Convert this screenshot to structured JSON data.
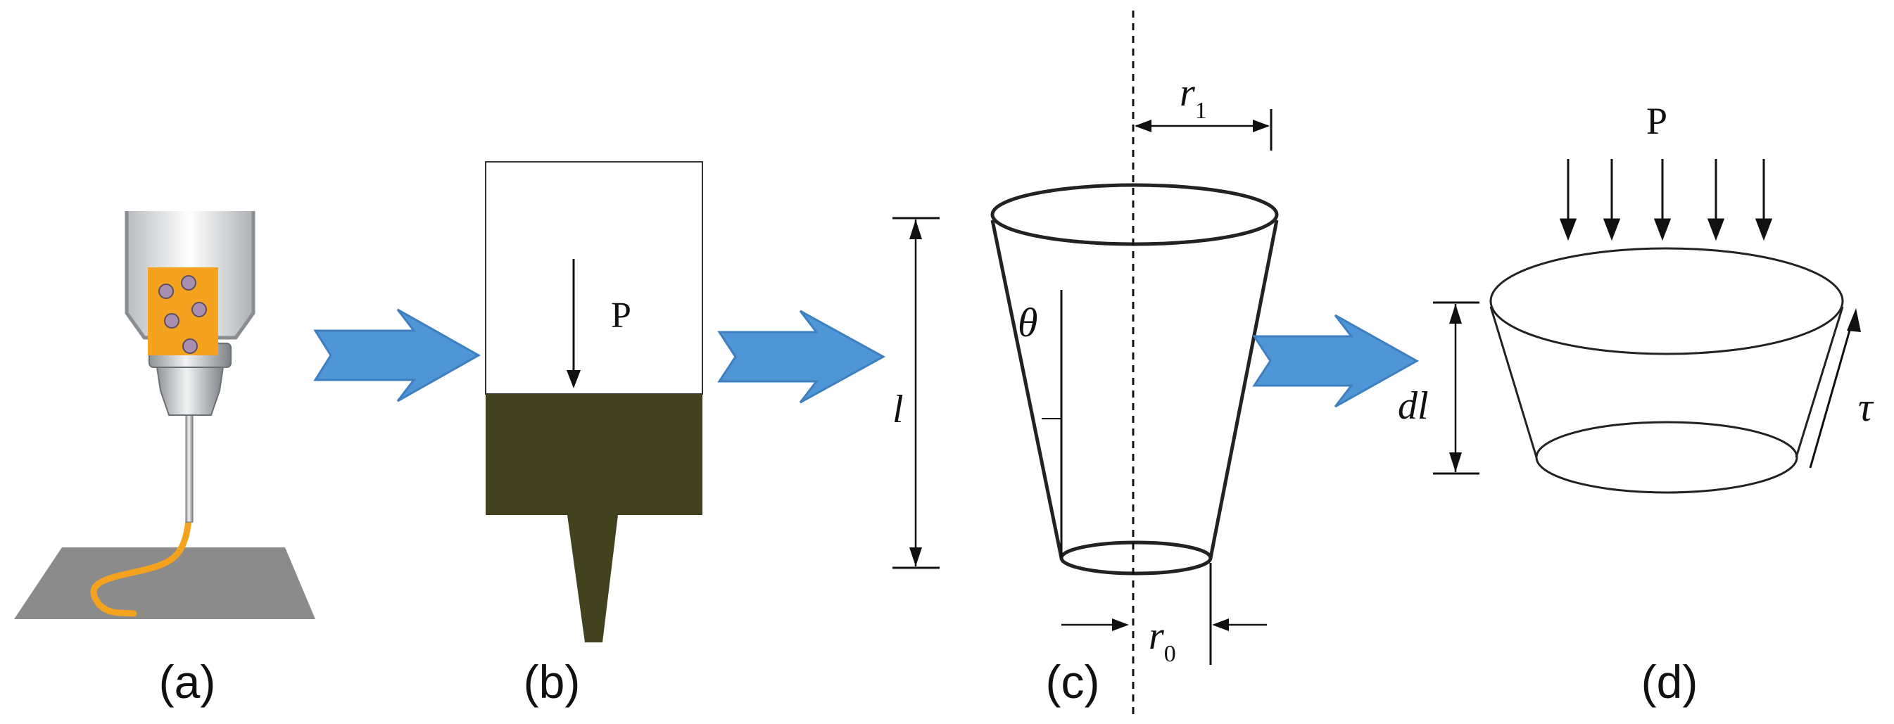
{
  "panels": {
    "a": {
      "caption": "(a)"
    },
    "b": {
      "caption": "(b)",
      "force_label": "P"
    },
    "c": {
      "caption": "(c)",
      "length_label": "l",
      "angle_label": "θ",
      "top_radius_label": "r",
      "top_radius_sub": "1",
      "bottom_radius_label": "r",
      "bottom_radius_sub": "0"
    },
    "d": {
      "caption": "(d)",
      "force_label": "P",
      "height_label": "dl",
      "stress_label": "τ"
    }
  },
  "colors": {
    "arrow_fill": "#4f96d6",
    "arrow_stroke": "#3e7fbf",
    "ink_fill": "#43421f",
    "nozzle_ink": "#f5a21f",
    "build_plate": "#8b8b8b"
  }
}
